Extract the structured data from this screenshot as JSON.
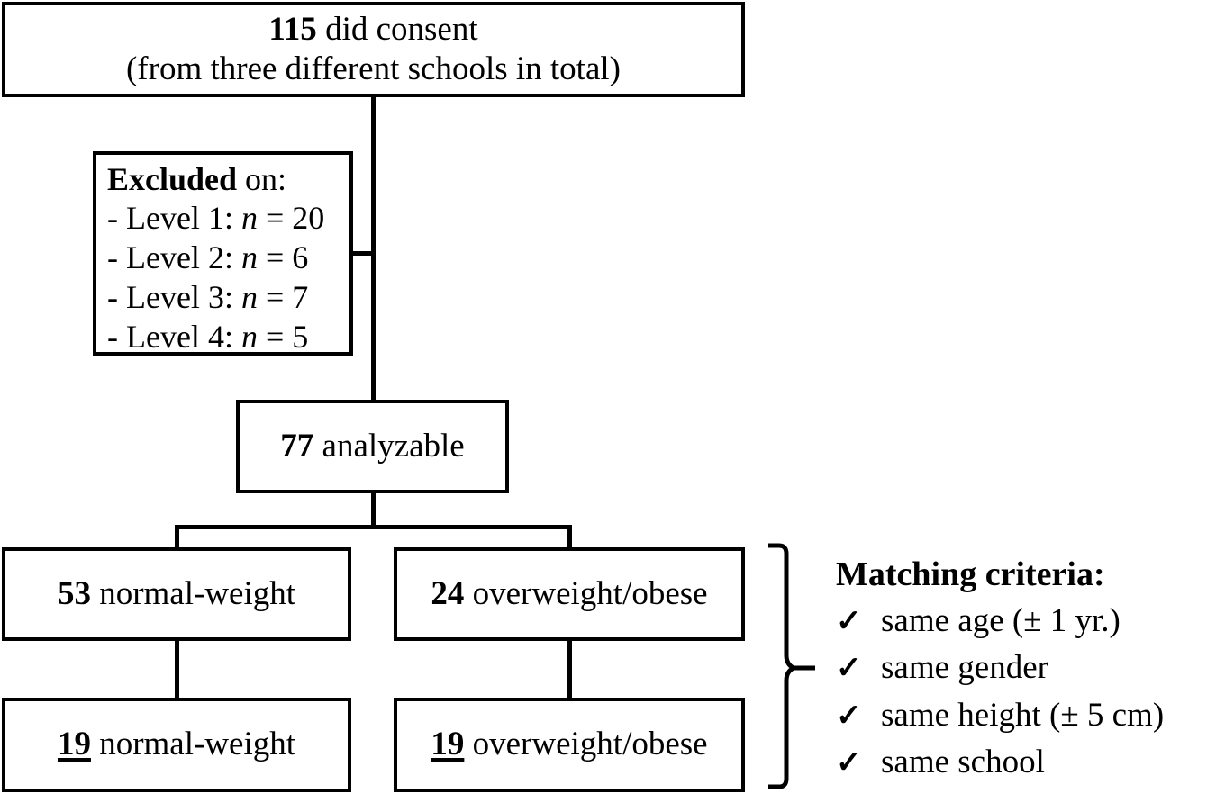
{
  "diagram": {
    "type": "study-flow-chart",
    "nodes": {
      "consent": {
        "count": "115",
        "label_main": " did consent",
        "label_sub": "(from three different schools in total)"
      },
      "excluded": {
        "title_bold": "Excluded",
        "title_rest": " on:",
        "items": [
          {
            "prefix": "- Level 1: ",
            "n": "n",
            "eq": " = ",
            "value": "20"
          },
          {
            "prefix": "- Level 2: ",
            "n": "n",
            "eq": " = ",
            "value": "6"
          },
          {
            "prefix": "- Level 3: ",
            "n": "n",
            "eq": " = ",
            "value": "7"
          },
          {
            "prefix": "- Level 4: ",
            "n": "n",
            "eq": " = ",
            "value": "5"
          }
        ]
      },
      "analyzable": {
        "count": "77",
        "label": " analyzable"
      },
      "normal_weight_all": {
        "count": "53",
        "label": " normal-weight"
      },
      "overweight_all": {
        "count": "24",
        "label": " overweight/obese"
      },
      "normal_weight_matched": {
        "count": "19",
        "label": " normal-weight"
      },
      "overweight_matched": {
        "count": "19",
        "label": " overweight/obese"
      }
    },
    "criteria": {
      "title": "Matching criteria:",
      "check_glyph": "✓",
      "items": [
        "same age (± 1 yr.)",
        "same gender",
        "same height (± 5 cm)",
        "same school"
      ]
    },
    "colors": {
      "stroke": "#000000",
      "background": "#ffffff",
      "text": "#000000"
    }
  }
}
